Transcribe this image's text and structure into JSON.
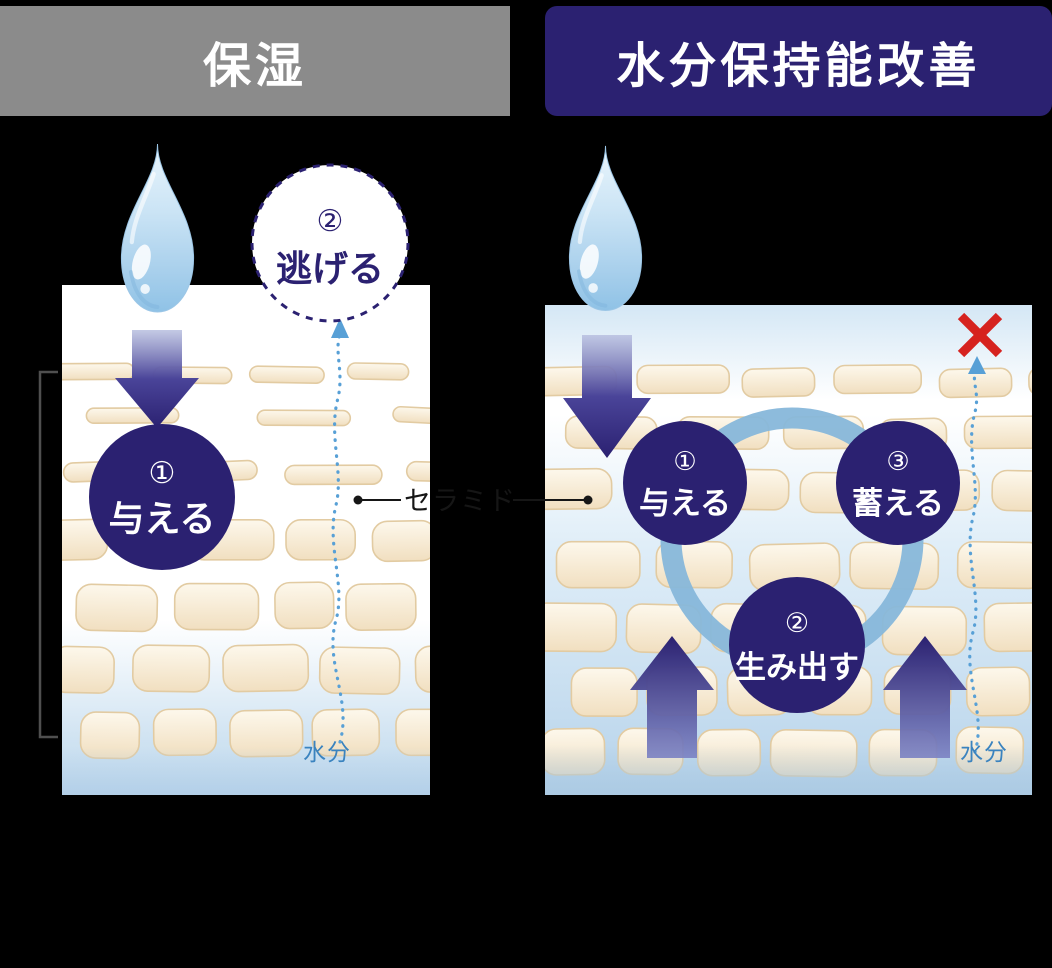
{
  "colors": {
    "navy": "#2b2171",
    "header_gray": "#8b8b8b",
    "blocked_red": "#d6231f",
    "water_blue": "#58a0d6",
    "cell_cream": "#f5e6c9",
    "skin_blue": "#c9e0f1"
  },
  "left_section": {
    "header_label": "保湿",
    "give_step": {
      "number": "①",
      "label": "与える"
    },
    "escape_step": {
      "number": "②",
      "label": "逃げる"
    },
    "moisture_label": "水分",
    "icons": [
      "water-drop-icon",
      "down-arrow",
      "dotted-escape-path",
      "depth-bracket"
    ]
  },
  "right_section": {
    "header_label": "水分保持能改善",
    "give_step": {
      "number": "①",
      "label": "与える"
    },
    "produce_step": {
      "number": "②",
      "label": "生み出す"
    },
    "store_step": {
      "number": "③",
      "label": "蓄える"
    },
    "moisture_label": "水分",
    "icons": [
      "water-drop-icon",
      "down-arrow",
      "cycle-ring",
      "up-arrow",
      "up-arrow",
      "blocked-x-icon",
      "dotted-escape-path"
    ]
  },
  "center": {
    "connector_label": "セラミド"
  }
}
